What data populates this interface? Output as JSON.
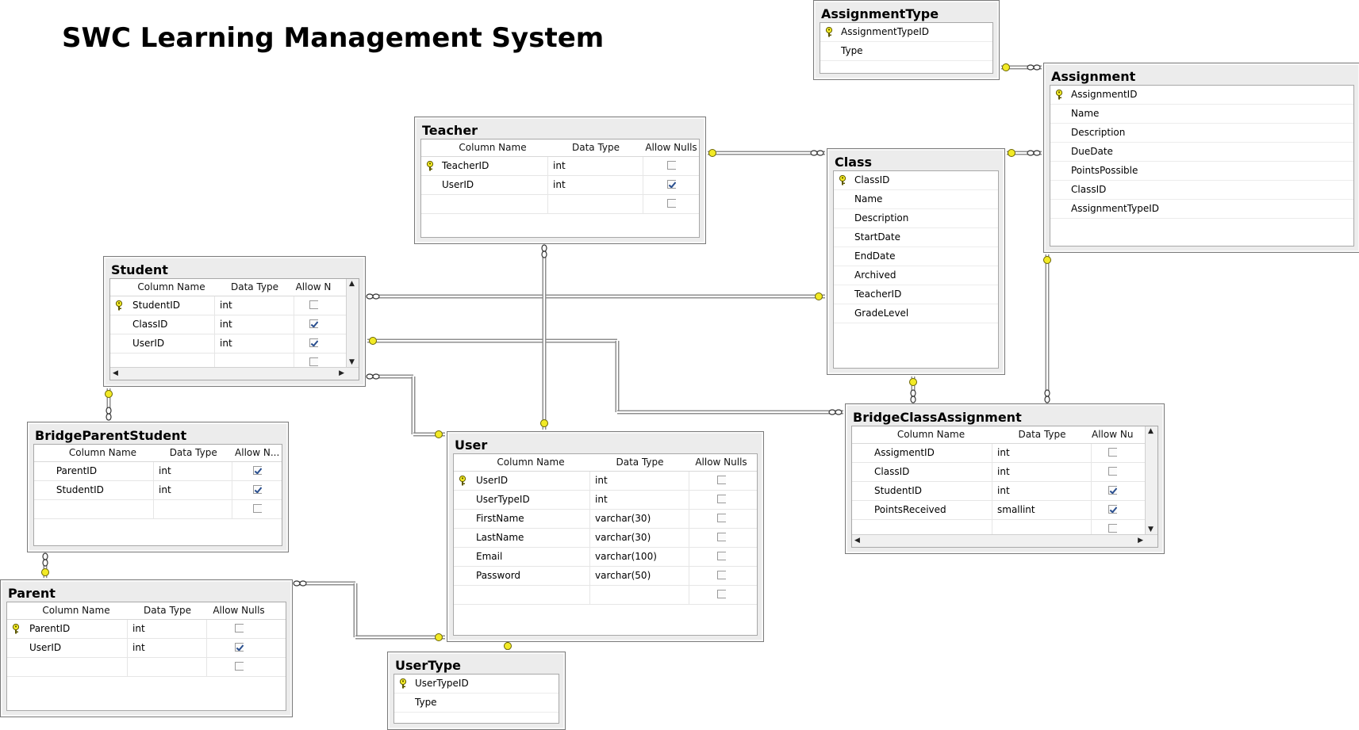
{
  "title": "SWC Learning Management System",
  "headers": {
    "column_name": "Column Name",
    "data_type": "Data Type",
    "allow_nulls": "Allow Nulls",
    "allow_nulls_short": "Allow N...",
    "allow_nulls_cut": "Allow Nulls",
    "allow_n": "Allow N"
  },
  "assignmenttype": {
    "name": "AssignmentType",
    "rows": [
      "AssignmentTypeID",
      "Type"
    ]
  },
  "assignment": {
    "name": "Assignment",
    "rows": [
      "AssignmentID",
      "Name",
      "Description",
      "DueDate",
      "PointsPossible",
      "ClassID",
      "AssignmentTypeID"
    ]
  },
  "teacher": {
    "name": "Teacher",
    "rows": [
      {
        "col": "TeacherID",
        "type": "int",
        "nulls": false
      },
      {
        "col": "UserID",
        "type": "int",
        "nulls": true
      }
    ]
  },
  "class": {
    "name": "Class",
    "rows": [
      "ClassID",
      "Name",
      "Description",
      "StartDate",
      "EndDate",
      "Archived",
      "TeacherID",
      "GradeLevel"
    ]
  },
  "student": {
    "name": "Student",
    "rows": [
      {
        "col": "StudentID",
        "type": "int",
        "nulls": false
      },
      {
        "col": "ClassID",
        "type": "int",
        "nulls": true
      },
      {
        "col": "UserID",
        "type": "int",
        "nulls": true
      }
    ]
  },
  "bridgeparentstudent": {
    "name": "BridgeParentStudent",
    "rows": [
      {
        "col": "ParentID",
        "type": "int",
        "nulls": true
      },
      {
        "col": "StudentID",
        "type": "int",
        "nulls": true
      }
    ]
  },
  "parent": {
    "name": "Parent",
    "rows": [
      {
        "col": "ParentID",
        "type": "int",
        "nulls": false
      },
      {
        "col": "UserID",
        "type": "int",
        "nulls": true
      }
    ]
  },
  "user": {
    "name": "User",
    "rows": [
      {
        "col": "UserID",
        "type": "int",
        "nulls": false
      },
      {
        "col": "UserTypeID",
        "type": "int",
        "nulls": false
      },
      {
        "col": "FirstName",
        "type": "varchar(30)",
        "nulls": false
      },
      {
        "col": "LastName",
        "type": "varchar(30)",
        "nulls": false
      },
      {
        "col": "Email",
        "type": "varchar(100)",
        "nulls": false
      },
      {
        "col": "Password",
        "type": "varchar(50)",
        "nulls": false
      }
    ]
  },
  "usertype": {
    "name": "UserType",
    "rows": [
      "UserTypeID",
      "Type"
    ]
  },
  "bridgeclassassignment": {
    "name": "BridgeClassAssignment",
    "rows": [
      {
        "col": "AssigmentID",
        "type": "int",
        "nulls": false
      },
      {
        "col": "ClassID",
        "type": "int",
        "nulls": false
      },
      {
        "col": "StudentID",
        "type": "int",
        "nulls": true
      },
      {
        "col": "PointsReceived",
        "type": "smallint",
        "nulls": true
      }
    ]
  }
}
